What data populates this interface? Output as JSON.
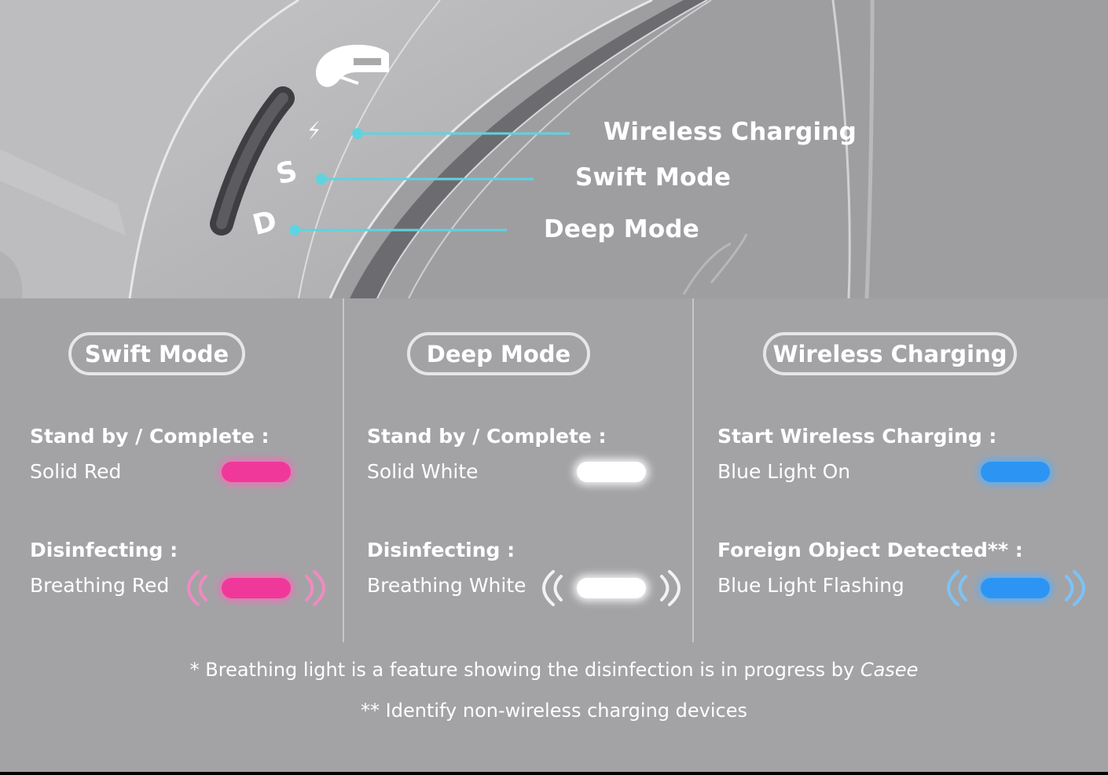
{
  "device": {
    "indicators": [
      {
        "glyph": "⚡",
        "label": "Wireless Charging"
      },
      {
        "glyph": "S",
        "label": "Swift Mode"
      },
      {
        "glyph": "D",
        "label": "Deep Mode"
      }
    ],
    "callout_color": "#5fd3e0"
  },
  "columns": [
    {
      "title": "Swift Mode",
      "states": [
        {
          "title": "Stand by / Complete :",
          "desc": "Solid Red",
          "led": "solid-red",
          "breathing": false
        },
        {
          "title": "Disinfecting :",
          "desc": "Breathing Red",
          "led": "breathing-red",
          "breathing": true
        }
      ],
      "led_color": "#f0389a"
    },
    {
      "title": "Deep Mode",
      "states": [
        {
          "title": "Stand by / Complete :",
          "desc": "Solid White",
          "led": "solid-white",
          "breathing": false
        },
        {
          "title": "Disinfecting :",
          "desc": "Breathing White",
          "led": "breathing-white",
          "breathing": true
        }
      ],
      "led_color": "#ffffff"
    },
    {
      "title": "Wireless Charging",
      "states": [
        {
          "title": "Start Wireless Charging :",
          "desc": "Blue Light On",
          "led": "solid-blue",
          "breathing": false
        },
        {
          "title": "Foreign Object Detected** :",
          "desc": "Blue Light Flashing",
          "led": "flashing-blue",
          "breathing": true
        }
      ],
      "led_color": "#2c95f4"
    }
  ],
  "footnotes": {
    "note1_text": "* Breathing light is a feature showing the disinfection is in progress by ",
    "note1_brand": "Casee",
    "note2_text": "** Identify non-wireless charging devices"
  }
}
